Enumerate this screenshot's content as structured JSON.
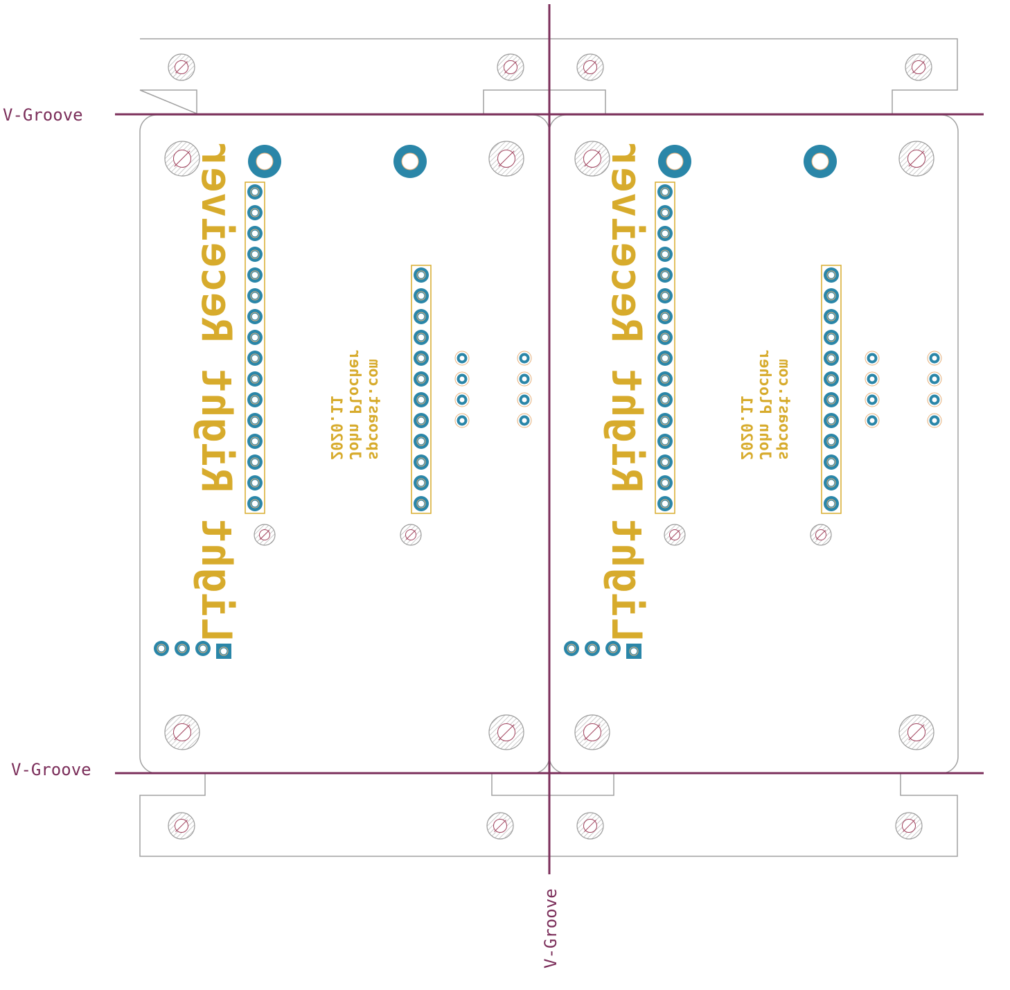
{
  "colors": {
    "outline": "#a0a0a0",
    "vgroove": "#7b2e5a",
    "silkscreen": "#d7ab2c",
    "pad_fill": "#2a86a8",
    "pad_ring": "#e7b07a",
    "drill": "#ffffff",
    "hole_stroke": "#9a9a9a",
    "hole_cross": "#a0405c"
  },
  "vgroove": {
    "top_label": "V-Groove",
    "bottom_label": "V-Groove",
    "vertical_label": "V-Groove"
  },
  "boards": [
    {
      "title": "Light Right Receiver",
      "credits": [
        "spcoast.com",
        "John Plocher",
        "2020.11"
      ],
      "pin_header_left_count": 16,
      "pin_header_right_count": 12,
      "small_pad_columns": 2,
      "small_pad_rows": 4,
      "four_pin_connector": true
    },
    {
      "title": "Light Right Receiver",
      "credits": [
        "spcoast.com",
        "John Plocher",
        "2020.11"
      ],
      "pin_header_left_count": 16,
      "pin_header_right_count": 12,
      "small_pad_columns": 2,
      "small_pad_rows": 4,
      "four_pin_connector": true
    }
  ]
}
